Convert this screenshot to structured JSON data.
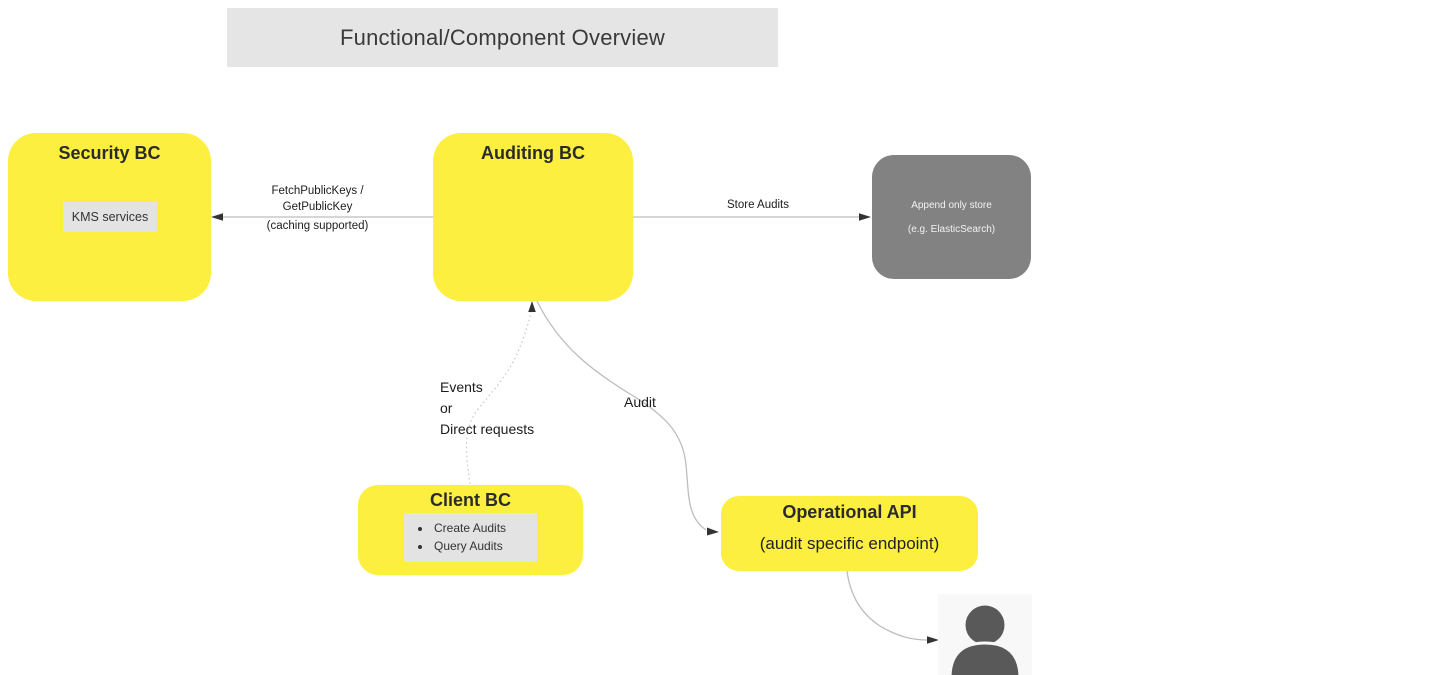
{
  "page": {
    "banner_title": "Functional/Component Overview"
  },
  "nodes": {
    "security_bc": {
      "title": "Security BC",
      "chip_label": "KMS services"
    },
    "auditing_bc": {
      "title": "Auditing BC"
    },
    "append_only_store": {
      "line1": "Append only store",
      "line2": "(e.g. ElasticSearch)"
    },
    "client_bc": {
      "title": "Client BC",
      "capabilities": [
        "Create Audits",
        "Query Audits"
      ]
    },
    "operational_api": {
      "title": "Operational API",
      "subtitle": "(audit specific endpoint)"
    },
    "user": {
      "icon": "person-icon"
    }
  },
  "edges": {
    "auditing_to_security": {
      "label_line1": "FetchPublicKeys /",
      "label_line2": "GetPublicKey",
      "label_line3": "(caching supported)"
    },
    "auditing_to_store": {
      "label": "Store Audits"
    },
    "client_to_auditing": {
      "label_line1": "Events",
      "label_line2": "or",
      "label_line3": "Direct requests"
    },
    "auditing_to_api": {
      "label": "Audit"
    }
  },
  "colors": {
    "node_fill": "#FCEF3F",
    "store_fill": "#828282",
    "chip_fill": "#E3E3E3",
    "banner_fill": "#E5E5E5",
    "connector_line": "#BDBDBD",
    "arrowhead": "#333333",
    "person_icon": "#595959",
    "person_tile_bg": "#F8F8F8"
  }
}
